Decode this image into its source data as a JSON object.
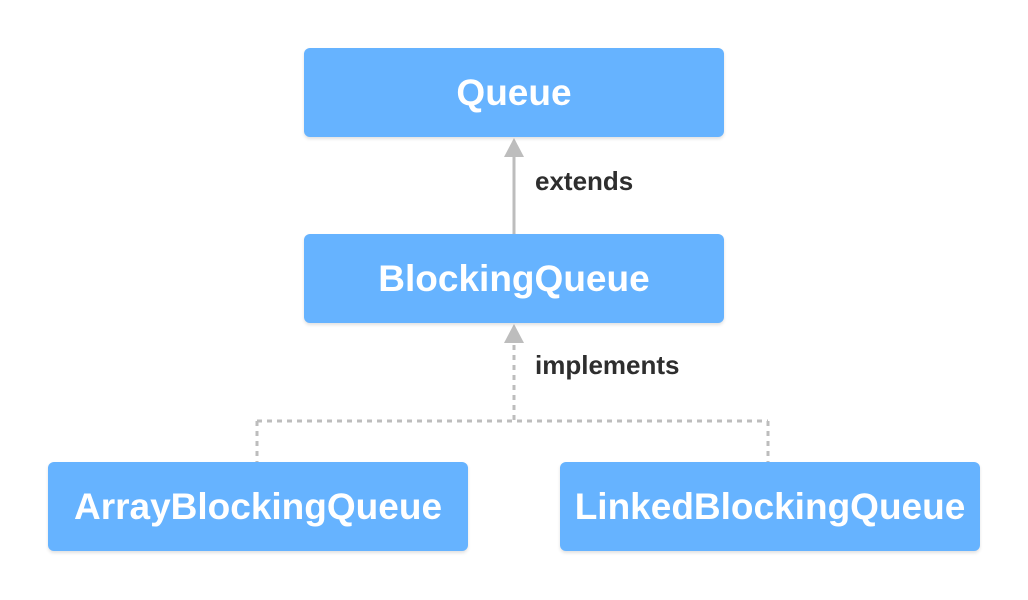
{
  "nodes": {
    "queue": "Queue",
    "blocking_queue": "BlockingQueue",
    "array_blocking_queue": "ArrayBlockingQueue",
    "linked_blocking_queue": "LinkedBlockingQueue"
  },
  "edges": {
    "extends": "extends",
    "implements": "implements"
  },
  "colors": {
    "node_fill": "#66b3ff",
    "node_text": "#ffffff",
    "connector": "#bdbdbd",
    "label_text": "#2e2e2e"
  }
}
